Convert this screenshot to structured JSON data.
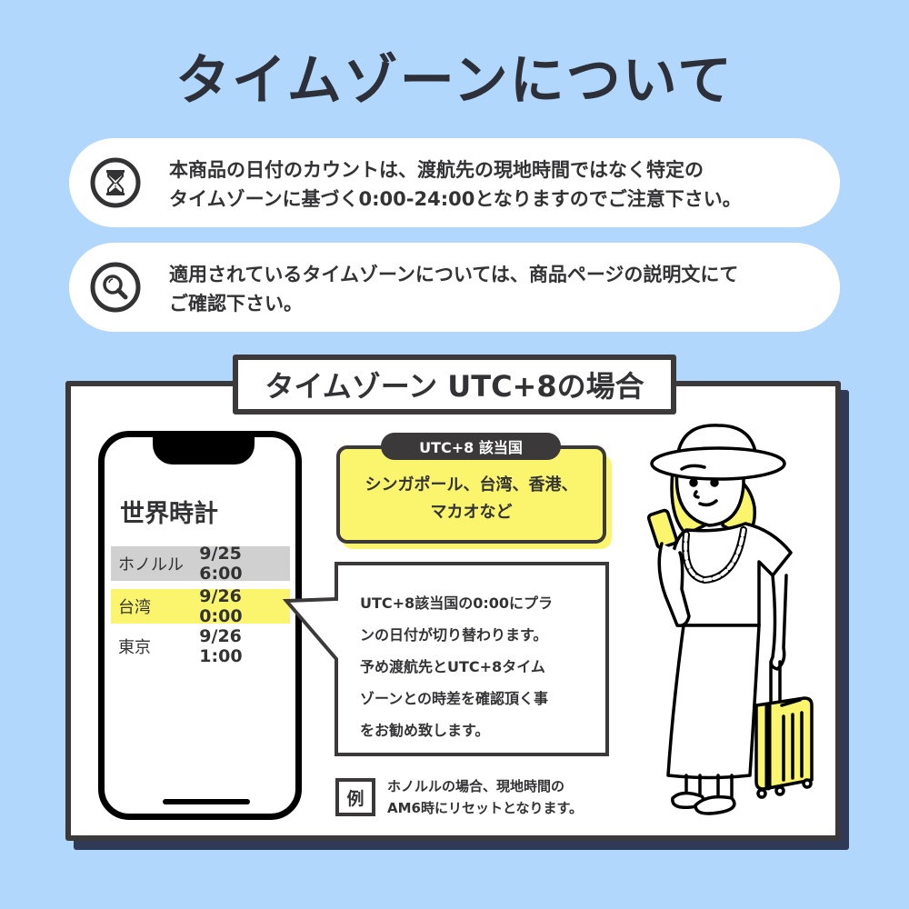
{
  "title": "タイムゾーンについて",
  "notices": [
    {
      "icon": "hourglass-icon",
      "lines": [
        "本商品の日付のカウントは、渡航先の現地時間ではなく特定の",
        "タイムゾーンに基づく0:00-24:00となりますのでご注意下さい。"
      ]
    },
    {
      "icon": "magnifier-icon",
      "lines": [
        "適用されているタイムゾーンについては、商品ページの説明文にて",
        "ご確認下さい。"
      ]
    }
  ],
  "section": {
    "title": "タイムゾーン UTC+8の場合",
    "phone": {
      "title": "世界時計",
      "rows": [
        {
          "city": "ホノルル",
          "time": "9/25 6:00",
          "highlight": "gray"
        },
        {
          "city": "台湾",
          "time": "9/26 0:00",
          "highlight": "yellow"
        },
        {
          "city": "東京",
          "time": "9/26 1:00",
          "highlight": "none"
        }
      ]
    },
    "countries": {
      "label": "UTC+8 該当国",
      "lines": [
        "シンガポール、台湾、香港、",
        "マカオなど"
      ]
    },
    "bubble": {
      "lines": [
        "UTC+8該当国の0:00にプラ",
        "ンの日付が切り替わります。",
        "予め渡航先とUTC+8タイム",
        "ゾーンとの時差を確認頂く事",
        "をお勧め致します。"
      ]
    },
    "example": {
      "badge": "例",
      "lines": [
        "ホノルルの場合、現地時間の",
        "AM6時にリセットとなります。"
      ]
    },
    "illustration": "traveler-with-suitcase-illustration"
  },
  "colors": {
    "background": "#b1d7fd",
    "highlight_yellow": "#faf56d",
    "highlight_gray": "#d0d0d0",
    "border_dark": "#3b3939",
    "shadow_navy": "#2e3a56",
    "text": "#333335"
  }
}
